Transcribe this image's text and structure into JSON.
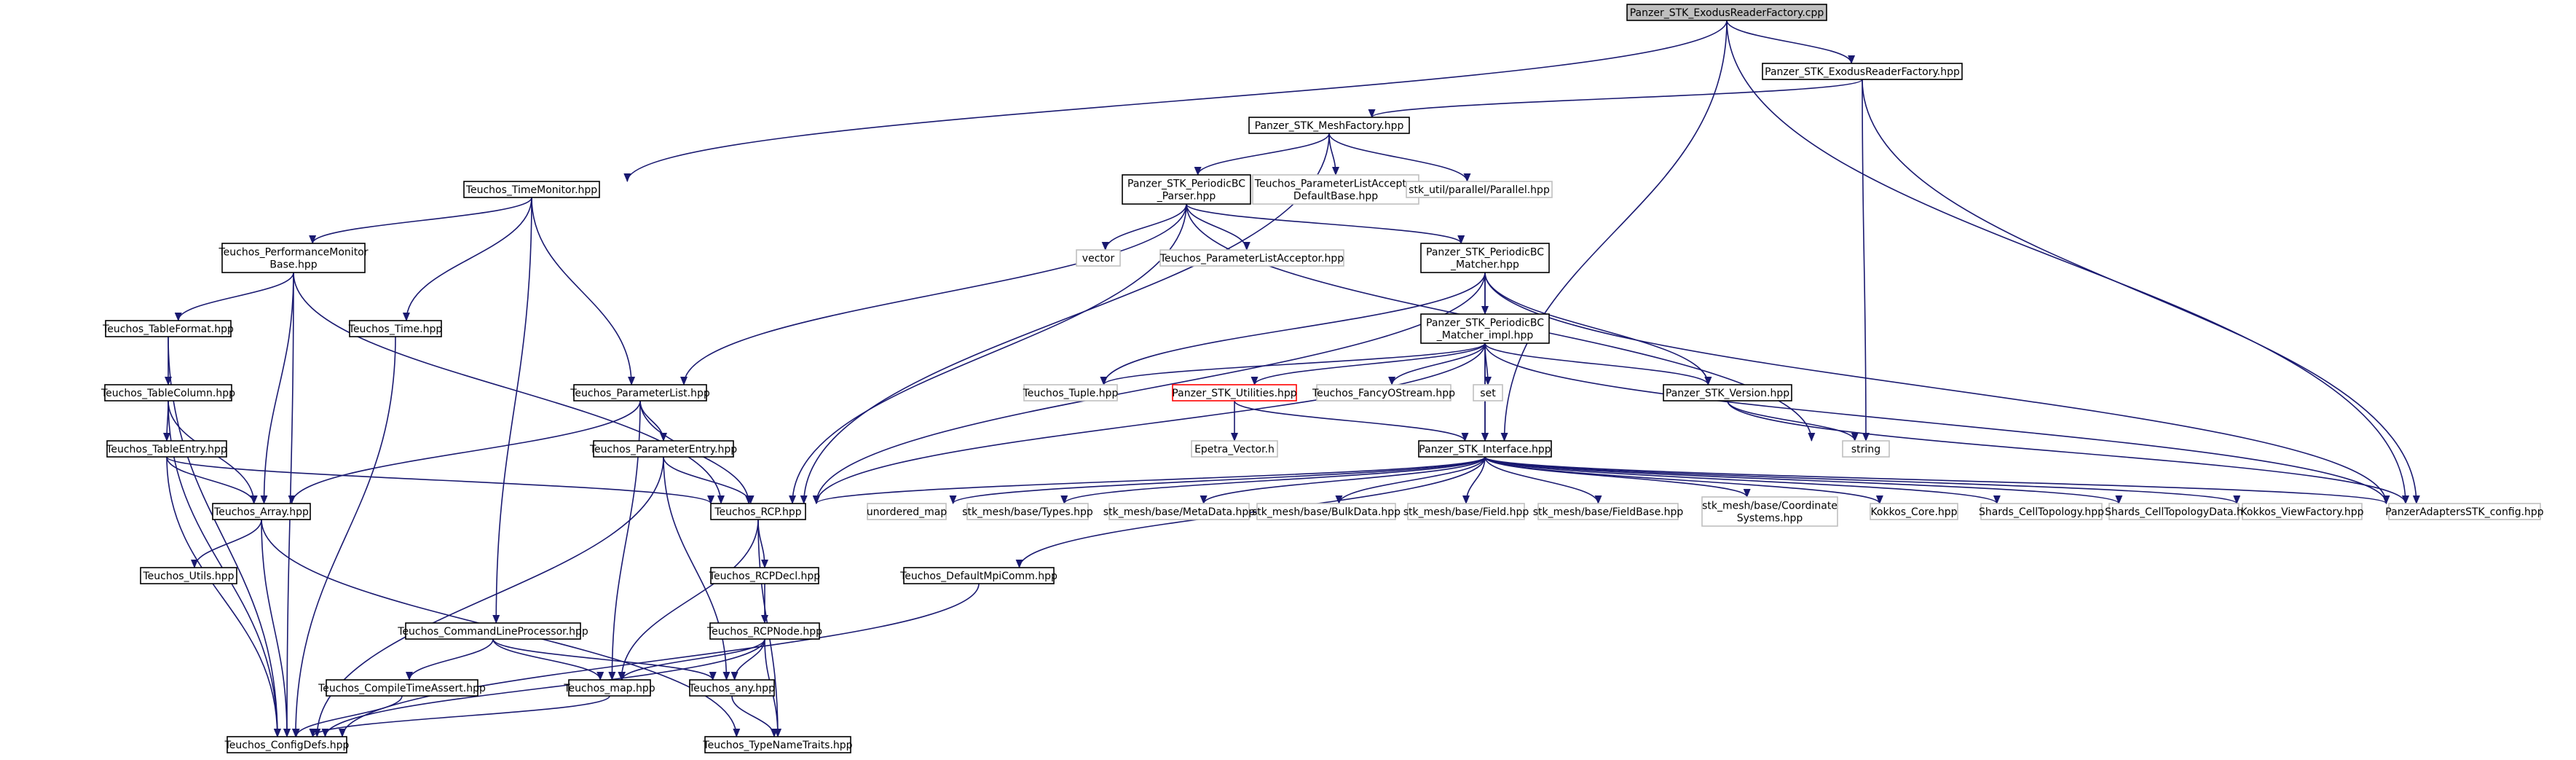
{
  "nodes": {
    "root": {
      "lines": [
        "Panzer_STK_ExodusReaderFactory.cpp"
      ],
      "style": "root"
    },
    "erf_hpp": {
      "lines": [
        "Panzer_STK_ExodusReaderFactory.hpp"
      ],
      "style": "normal"
    },
    "meshfactory": {
      "lines": [
        "Panzer_STK_MeshFactory.hpp"
      ],
      "style": "normal"
    },
    "timemonitor": {
      "lines": [
        "Teuchos_TimeMonitor.hpp"
      ],
      "style": "normal"
    },
    "pbc_parser": {
      "lines": [
        "Panzer_STK_PeriodicBC",
        "_Parser.hpp"
      ],
      "style": "normal"
    },
    "plad": {
      "lines": [
        "Teuchos_ParameterListAcceptor",
        "DefaultBase.hpp"
      ],
      "style": "gray"
    },
    "parallel": {
      "lines": [
        "stk_util/parallel/Parallel.hpp"
      ],
      "style": "gray"
    },
    "perfmon": {
      "lines": [
        "Teuchos_PerformanceMonitor",
        "Base.hpp"
      ],
      "style": "normal"
    },
    "vector": {
      "lines": [
        "vector"
      ],
      "style": "gray"
    },
    "pla": {
      "lines": [
        "Teuchos_ParameterListAcceptor.hpp"
      ],
      "style": "gray"
    },
    "pbc_matcher": {
      "lines": [
        "Panzer_STK_PeriodicBC",
        "_Matcher.hpp"
      ],
      "style": "normal"
    },
    "tableformat": {
      "lines": [
        "Teuchos_TableFormat.hpp"
      ],
      "style": "normal"
    },
    "time": {
      "lines": [
        "Teuchos_Time.hpp"
      ],
      "style": "normal"
    },
    "pbc_impl": {
      "lines": [
        "Panzer_STK_PeriodicBC",
        "_Matcher_impl.hpp"
      ],
      "style": "normal"
    },
    "tablecolumn": {
      "lines": [
        "Teuchos_TableColumn.hpp"
      ],
      "style": "normal"
    },
    "paramlist": {
      "lines": [
        "Teuchos_ParameterList.hpp"
      ],
      "style": "normal"
    },
    "tuple": {
      "lines": [
        "Teuchos_Tuple.hpp"
      ],
      "style": "gray"
    },
    "utilities": {
      "lines": [
        "Panzer_STK_Utilities.hpp"
      ],
      "style": "red"
    },
    "fancy": {
      "lines": [
        "Teuchos_FancyOStream.hpp"
      ],
      "style": "gray"
    },
    "set": {
      "lines": [
        "set"
      ],
      "style": "gray"
    },
    "version": {
      "lines": [
        "Panzer_STK_Version.hpp"
      ],
      "style": "normal"
    },
    "epetra": {
      "lines": [
        "Epetra_Vector.h"
      ],
      "style": "gray"
    },
    "string": {
      "lines": [
        "string"
      ],
      "style": "gray"
    },
    "tableentry": {
      "lines": [
        "Teuchos_TableEntry.hpp"
      ],
      "style": "normal"
    },
    "paramentry": {
      "lines": [
        "Teuchos_ParameterEntry.hpp"
      ],
      "style": "normal"
    },
    "interface": {
      "lines": [
        "Panzer_STK_Interface.hpp"
      ],
      "style": "normal"
    },
    "array": {
      "lines": [
        "Teuchos_Array.hpp"
      ],
      "style": "normal"
    },
    "rcp": {
      "lines": [
        "Teuchos_RCP.hpp"
      ],
      "style": "normal"
    },
    "unordered": {
      "lines": [
        "unordered_map"
      ],
      "style": "gray"
    },
    "types": {
      "lines": [
        "stk_mesh/base/Types.hpp"
      ],
      "style": "gray"
    },
    "metadata": {
      "lines": [
        "stk_mesh/base/MetaData.hpp"
      ],
      "style": "gray"
    },
    "bulkdata": {
      "lines": [
        "stk_mesh/base/BulkData.hpp"
      ],
      "style": "gray"
    },
    "field": {
      "lines": [
        "stk_mesh/base/Field.hpp"
      ],
      "style": "gray"
    },
    "fieldbase": {
      "lines": [
        "stk_mesh/base/FieldBase.hpp"
      ],
      "style": "gray"
    },
    "coordsys": {
      "lines": [
        "stk_mesh/base/Coordinate",
        "Systems.hpp"
      ],
      "style": "gray"
    },
    "kokkoscore": {
      "lines": [
        "Kokkos_Core.hpp"
      ],
      "style": "gray"
    },
    "celltopo": {
      "lines": [
        "Shards_CellTopology.hpp"
      ],
      "style": "gray"
    },
    "celltopodata": {
      "lines": [
        "Shards_CellTopologyData.h"
      ],
      "style": "gray"
    },
    "viewfactory": {
      "lines": [
        "Kokkos_ViewFactory.hpp"
      ],
      "style": "gray"
    },
    "config": {
      "lines": [
        "PanzerAdaptersSTK_config.hpp"
      ],
      "style": "gray"
    },
    "utils": {
      "lines": [
        "Teuchos_Utils.hpp"
      ],
      "style": "normal"
    },
    "rcpdecl": {
      "lines": [
        "Teuchos_RCPDecl.hpp"
      ],
      "style": "normal"
    },
    "mpicomm": {
      "lines": [
        "Teuchos_DefaultMpiComm.hpp"
      ],
      "style": "normal"
    },
    "rcpnode": {
      "lines": [
        "Teuchos_RCPNode.hpp"
      ],
      "style": "normal"
    },
    "cmdline": {
      "lines": [
        "Teuchos_CommandLineProcessor.hpp"
      ],
      "style": "normal"
    },
    "map": {
      "lines": [
        "Teuchos_map.hpp"
      ],
      "style": "normal"
    },
    "any": {
      "lines": [
        "Teuchos_any.hpp"
      ],
      "style": "normal"
    },
    "compiletime": {
      "lines": [
        "Teuchos_CompileTimeAssert.hpp"
      ],
      "style": "normal"
    },
    "configdefs": {
      "lines": [
        "Teuchos_ConfigDefs.hpp"
      ],
      "style": "normal"
    },
    "typenametraits": {
      "lines": [
        "Teuchos_TypeNameTraits.hpp"
      ],
      "style": "normal"
    }
  },
  "edges": [
    [
      "root",
      "erf_hpp"
    ],
    [
      "root",
      "timemonitor"
    ],
    [
      "root",
      "interface"
    ],
    [
      "root",
      "config"
    ],
    [
      "erf_hpp",
      "meshfactory"
    ],
    [
      "erf_hpp",
      "string"
    ],
    [
      "erf_hpp",
      "config"
    ],
    [
      "meshfactory",
      "rcp"
    ],
    [
      "meshfactory",
      "pbc_parser"
    ],
    [
      "meshfactory",
      "plad"
    ],
    [
      "meshfactory",
      "parallel"
    ],
    [
      "timemonitor",
      "perfmon"
    ],
    [
      "timemonitor",
      "time"
    ],
    [
      "timemonitor",
      "paramlist"
    ],
    [
      "timemonitor",
      "cmdline"
    ],
    [
      "perfmon",
      "tableformat"
    ],
    [
      "perfmon",
      "array"
    ],
    [
      "perfmon",
      "rcp"
    ],
    [
      "perfmon",
      "configdefs"
    ],
    [
      "tableformat",
      "tablecolumn"
    ],
    [
      "tableformat",
      "configdefs"
    ],
    [
      "tablecolumn",
      "tableentry"
    ],
    [
      "tablecolumn",
      "array"
    ],
    [
      "tablecolumn",
      "configdefs"
    ],
    [
      "tableentry",
      "array"
    ],
    [
      "tableentry",
      "rcp"
    ],
    [
      "tableentry",
      "configdefs"
    ],
    [
      "array",
      "utils"
    ],
    [
      "array",
      "configdefs"
    ],
    [
      "array",
      "typenametraits"
    ],
    [
      "time",
      "configdefs"
    ],
    [
      "pbc_parser",
      "paramlist"
    ],
    [
      "pbc_parser",
      "vector"
    ],
    [
      "pbc_parser",
      "pla"
    ],
    [
      "pbc_parser",
      "pbc_matcher"
    ],
    [
      "pbc_parser",
      "rcp"
    ],
    [
      "pbc_parser",
      "string"
    ],
    [
      "paramlist",
      "array"
    ],
    [
      "paramlist",
      "paramentry"
    ],
    [
      "paramlist",
      "rcp"
    ],
    [
      "paramlist",
      "map"
    ],
    [
      "paramentry",
      "rcp"
    ],
    [
      "paramentry",
      "any"
    ],
    [
      "paramentry",
      "configdefs"
    ],
    [
      "pbc_matcher",
      "pbc_impl"
    ],
    [
      "pbc_matcher",
      "tuple"
    ],
    [
      "pbc_matcher",
      "interface"
    ],
    [
      "pbc_matcher",
      "version"
    ],
    [
      "pbc_matcher",
      "rcp"
    ],
    [
      "pbc_matcher",
      "config"
    ],
    [
      "pbc_impl",
      "tuple"
    ],
    [
      "pbc_impl",
      "utilities"
    ],
    [
      "pbc_impl",
      "fancy"
    ],
    [
      "pbc_impl",
      "set"
    ],
    [
      "pbc_impl",
      "interface"
    ],
    [
      "pbc_impl",
      "version"
    ],
    [
      "pbc_impl",
      "rcp"
    ],
    [
      "pbc_impl",
      "config"
    ],
    [
      "utilities",
      "epetra"
    ],
    [
      "utilities",
      "interface"
    ],
    [
      "version",
      "string"
    ],
    [
      "version",
      "config"
    ],
    [
      "interface",
      "rcp"
    ],
    [
      "interface",
      "unordered"
    ],
    [
      "interface",
      "types"
    ],
    [
      "interface",
      "metadata"
    ],
    [
      "interface",
      "bulkdata"
    ],
    [
      "interface",
      "field"
    ],
    [
      "interface",
      "fieldbase"
    ],
    [
      "interface",
      "coordsys"
    ],
    [
      "interface",
      "kokkoscore"
    ],
    [
      "interface",
      "celltopo"
    ],
    [
      "interface",
      "celltopodata"
    ],
    [
      "interface",
      "viewfactory"
    ],
    [
      "interface",
      "config"
    ],
    [
      "interface",
      "mpicomm"
    ],
    [
      "rcp",
      "rcpdecl"
    ],
    [
      "rcp",
      "map"
    ],
    [
      "rcp",
      "typenametraits"
    ],
    [
      "rcpdecl",
      "rcpnode"
    ],
    [
      "rcpnode",
      "map"
    ],
    [
      "rcpnode",
      "any"
    ],
    [
      "rcpnode",
      "configdefs"
    ],
    [
      "rcpnode",
      "typenametraits"
    ],
    [
      "mpicomm",
      "configdefs"
    ],
    [
      "cmdline",
      "compiletime"
    ],
    [
      "cmdline",
      "map"
    ],
    [
      "cmdline",
      "any"
    ],
    [
      "compiletime",
      "configdefs"
    ],
    [
      "map",
      "configdefs"
    ],
    [
      "any",
      "typenametraits"
    ]
  ]
}
